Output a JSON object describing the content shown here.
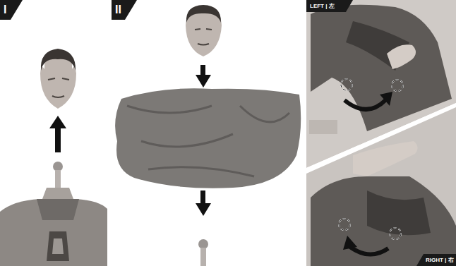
{
  "diagram": {
    "nodes": [
      {
        "text": [
          "I"
        ]
      },
      {
        "text": [
          "II"
        ]
      },
      {
        "text": [
          "LEFT | 左"
        ]
      },
      {
        "text": [
          "RIGHT | 右"
        ]
      }
    ]
  }
}
